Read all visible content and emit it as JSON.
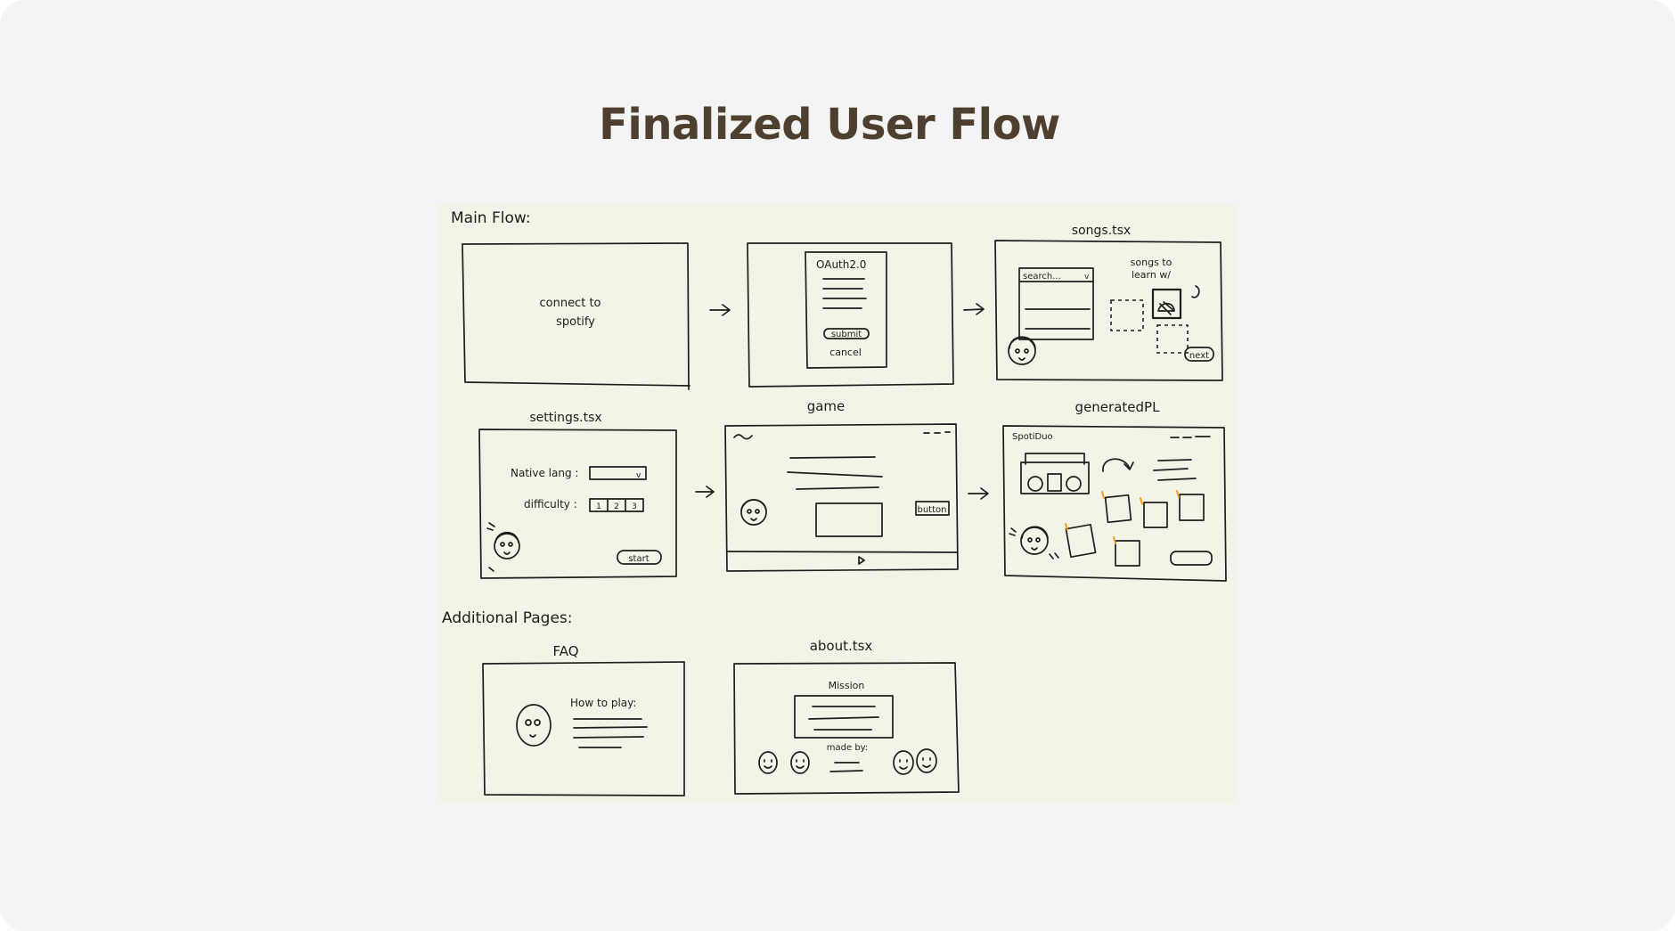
{
  "title": "Finalized User Flow",
  "sections": {
    "main_flow": "Main Flow:",
    "additional_pages": "Additional Pages:"
  },
  "screens": {
    "connect": {
      "text_line1": "connect to",
      "text_line2": "spotify"
    },
    "oauth": {
      "heading": "OAuth2.0",
      "submit": "submit",
      "cancel": "cancel"
    },
    "songs": {
      "label": "songs.tsx",
      "search": "search...",
      "dropdown": "v",
      "caption_line1": "songs to",
      "caption_line2": "learn w/",
      "next": "next"
    },
    "settings": {
      "label": "settings.tsx",
      "native_lang": "Native lang :",
      "dropdown": "v",
      "difficulty": "difficulty :",
      "levels": [
        "1",
        "2",
        "3"
      ],
      "start": "start"
    },
    "game": {
      "label": "game",
      "button": "button"
    },
    "generated": {
      "label": "generatedPL",
      "brand": "SpotiDuo"
    },
    "faq": {
      "label": "FAQ",
      "how_to_play": "How to play:"
    },
    "about": {
      "label": "about.tsx",
      "mission": "Mission",
      "made_by": "made by:"
    }
  },
  "colors": {
    "title": "#4e3f2e",
    "sheet": "#f4f3e8",
    "background": "#f4f4f4",
    "ink": "#1e1e1e",
    "accent": "#f0a020"
  }
}
